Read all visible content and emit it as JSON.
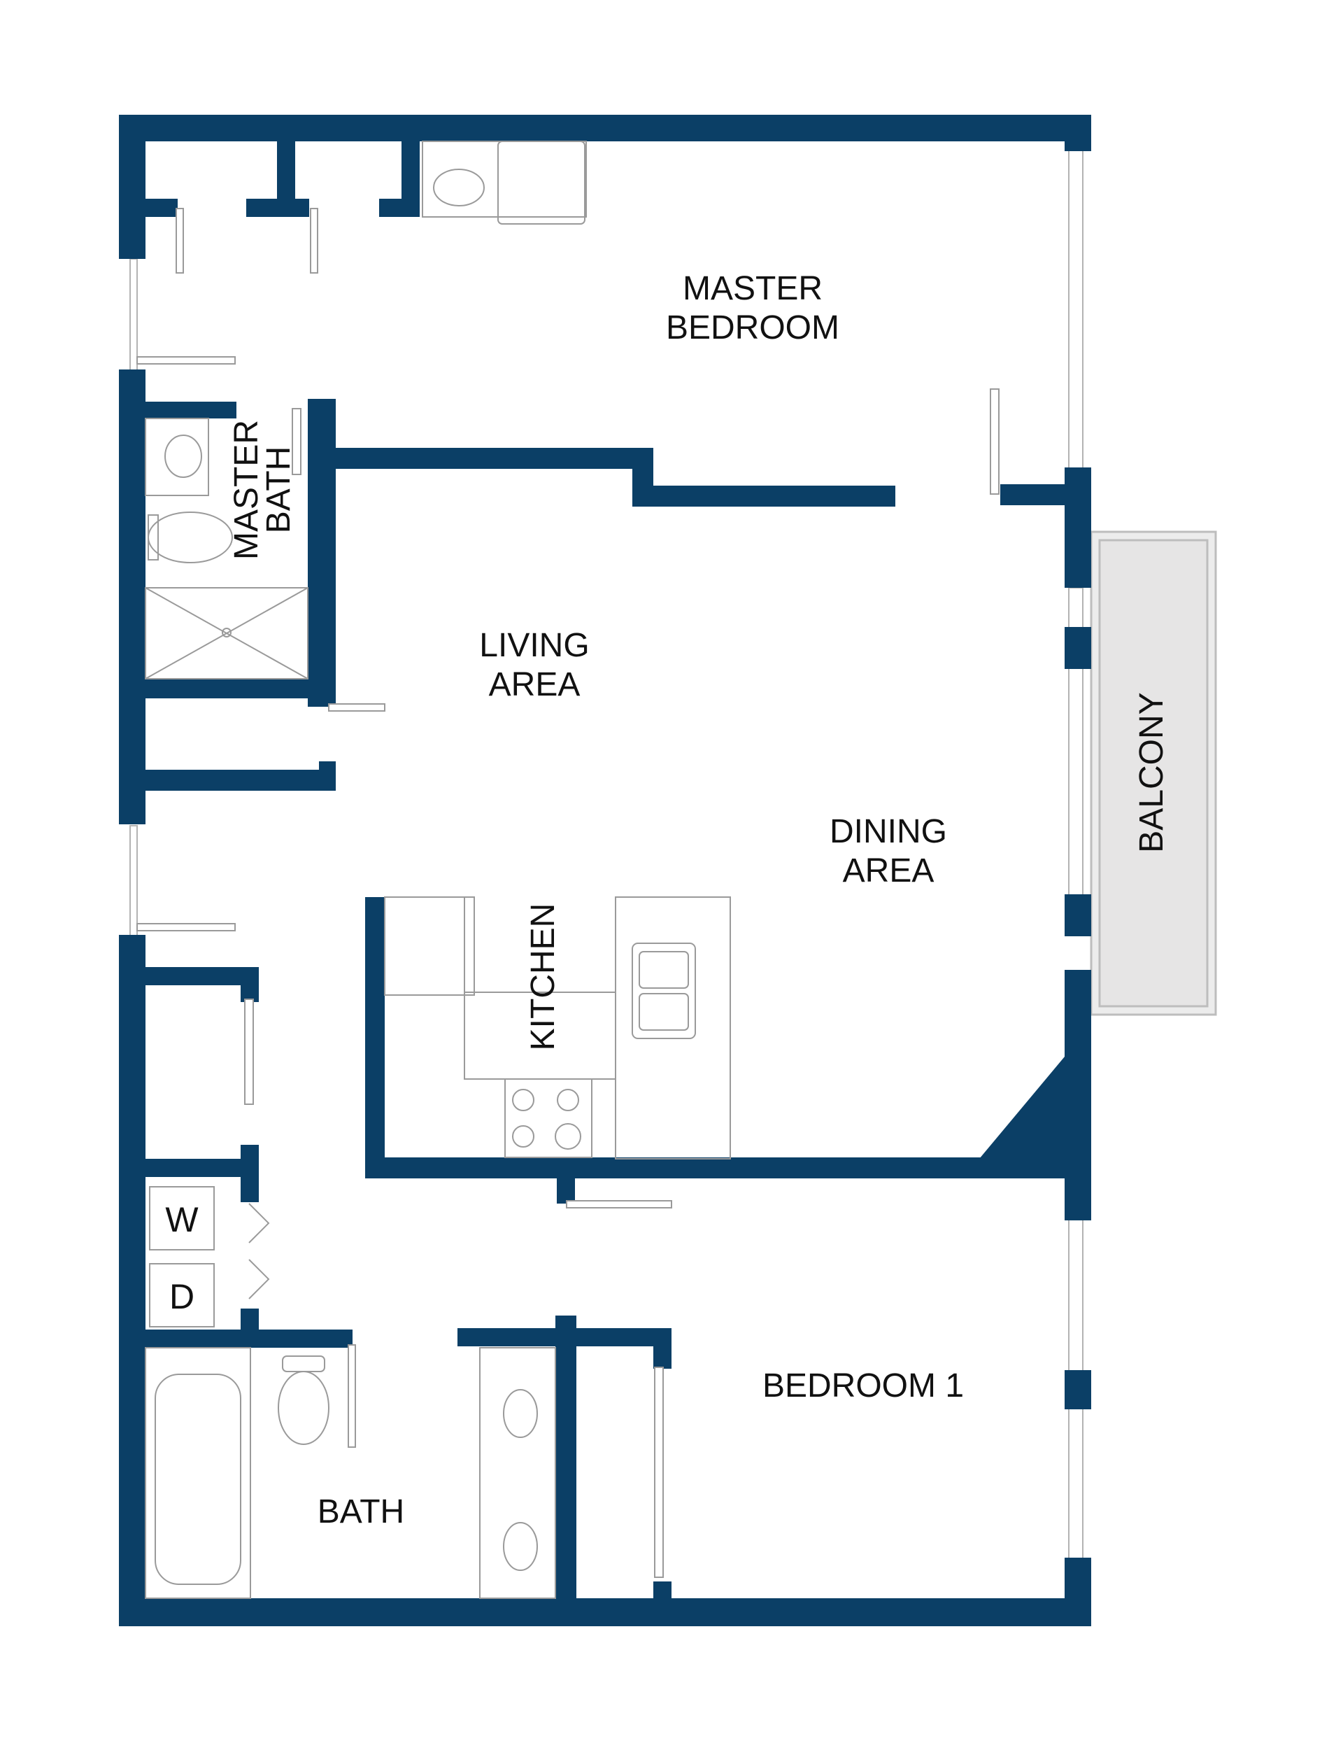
{
  "rooms": {
    "master_bedroom": [
      "MASTER",
      "BEDROOM"
    ],
    "master_bath": [
      "MASTER",
      "BATH"
    ],
    "living_area": [
      "LIVING",
      "AREA"
    ],
    "dining_area": [
      "DINING",
      "AREA"
    ],
    "kitchen": "KITCHEN",
    "balcony": "BALCONY",
    "bedroom_1": "BEDROOM 1",
    "bath": "BATH"
  },
  "appliances": {
    "washer": "W",
    "dryer": "D"
  },
  "colors": {
    "wall": "#0b3f66",
    "balcony": "#e6e5e5",
    "fixture_stroke": "#9a9a9a",
    "label": "#111111"
  }
}
